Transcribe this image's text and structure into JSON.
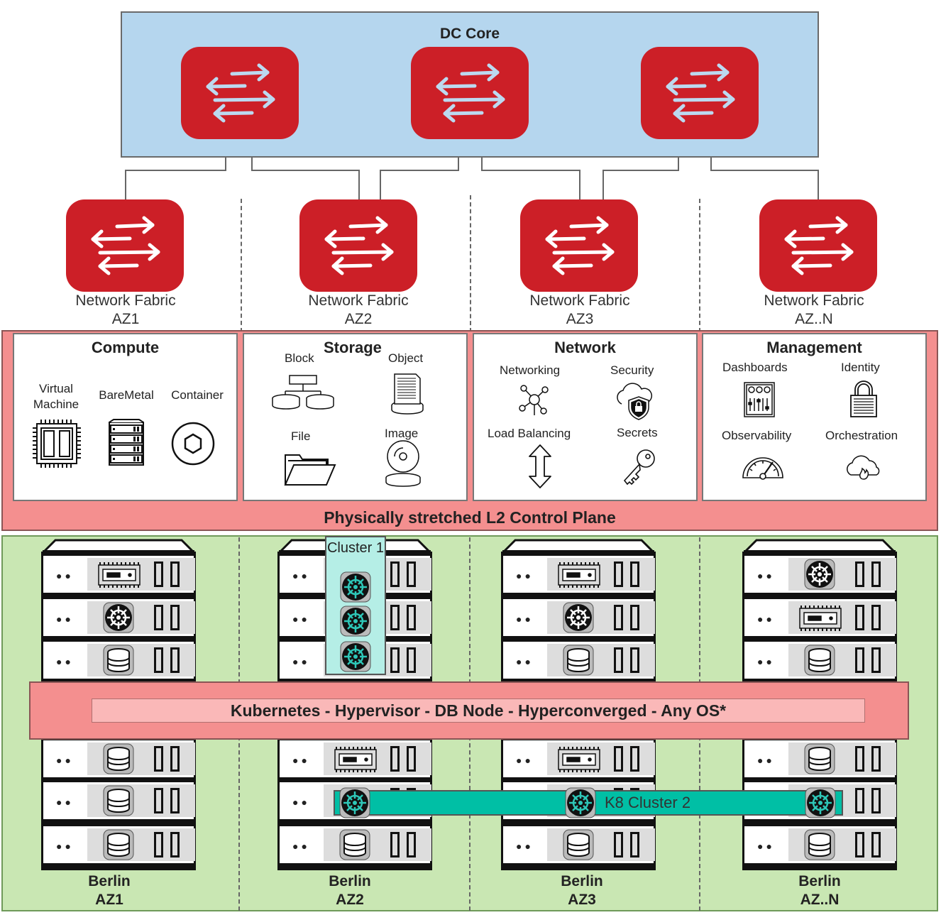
{
  "dc_core": {
    "title": "DC Core"
  },
  "fabrics": [
    {
      "line1": "Network Fabric",
      "line2": "AZ1"
    },
    {
      "line1": "Network Fabric",
      "line2": "AZ2"
    },
    {
      "line1": "Network Fabric",
      "line2": "AZ3"
    },
    {
      "line1": "Network Fabric",
      "line2": "AZ..N"
    }
  ],
  "control_plane": {
    "label": "Physically stretched L2 Control Plane",
    "compute": {
      "title": "Compute",
      "vm": "Virtual Machine",
      "baremetal": "BareMetal",
      "container": "Container"
    },
    "storage": {
      "title": "Storage",
      "block": "Block",
      "object": "Object",
      "file": "File",
      "image": "Image"
    },
    "network": {
      "title": "Network",
      "networking": "Networking",
      "security": "Security",
      "load_balancing": "Load Balancing",
      "secrets": "Secrets"
    },
    "management": {
      "title": "Management",
      "dashboards": "Dashboards",
      "identity": "Identity",
      "observability": "Observability",
      "orchestration": "Orchestration"
    }
  },
  "workload_band": {
    "label": "Kubernetes - Hypervisor - DB Node - Hyperconverged - Any OS*"
  },
  "cluster1": {
    "label": "Cluster 1"
  },
  "cluster2": {
    "label": "K8 Cluster 2"
  },
  "sites": [
    {
      "city": "Berlin",
      "az": "AZ1"
    },
    {
      "city": "Berlin",
      "az": "AZ2"
    },
    {
      "city": "Berlin",
      "az": "AZ3"
    },
    {
      "city": "Berlin",
      "az": "AZ..N"
    }
  ],
  "racks": [
    {
      "top": [
        "chip",
        "k8s",
        "db"
      ],
      "bottom": [
        "db",
        "db",
        "db"
      ]
    },
    {
      "top": [
        "k8s",
        "k8s",
        "k8s"
      ],
      "bottom": [
        "chip",
        "k8s",
        "db"
      ]
    },
    {
      "top": [
        "chip",
        "k8s",
        "db"
      ],
      "bottom": [
        "chip",
        "k8s",
        "db"
      ]
    },
    {
      "top": [
        "k8s",
        "chip",
        "db"
      ],
      "bottom": [
        "db",
        "k8s",
        "db"
      ]
    }
  ],
  "colors": {
    "switch_red": "#cc1f27",
    "dc_blue": "#b5d6ee",
    "control_pink": "#f48f8f",
    "compute_green": "#c9e7b3",
    "cluster1_teal": "#b5eee6",
    "cluster2_teal": "#00bfa5"
  }
}
